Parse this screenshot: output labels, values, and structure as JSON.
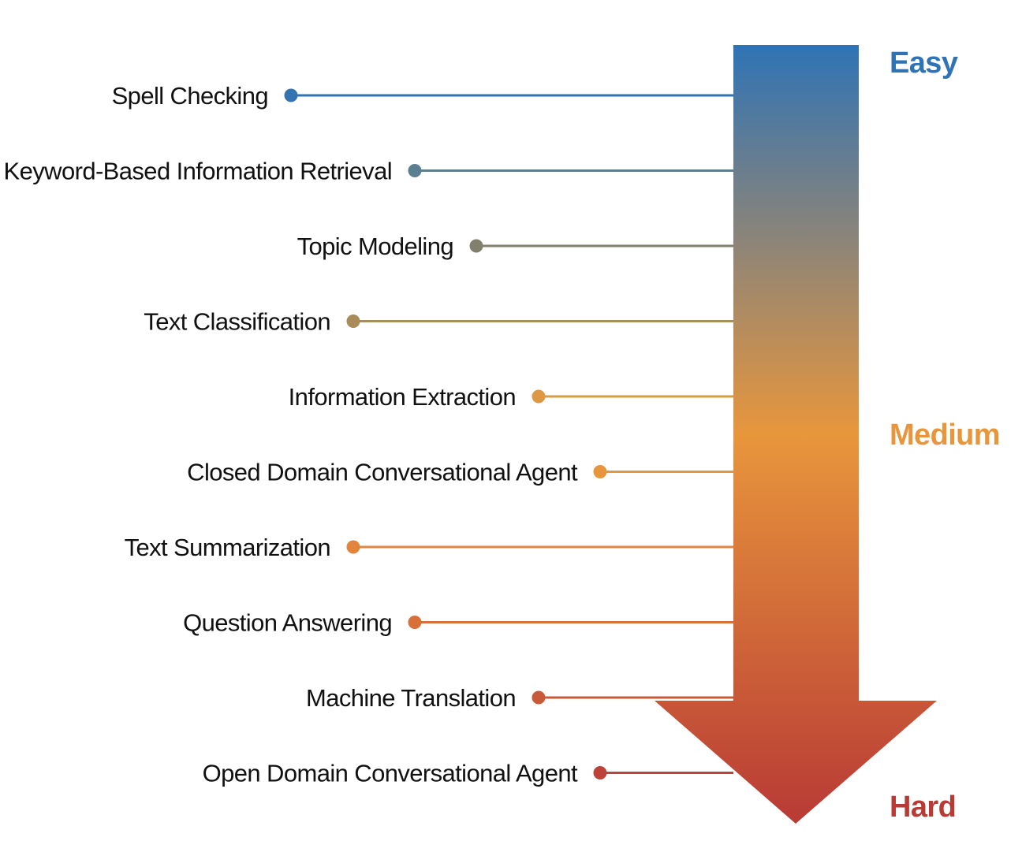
{
  "levels": [
    {
      "label": "Easy",
      "color": "#2f73b5"
    },
    {
      "label": "Medium",
      "color": "#e8963c"
    },
    {
      "label": "Hard",
      "color": "#b83a35"
    }
  ],
  "gradient": {
    "top": "#2f73b5",
    "middle": "#e8963c",
    "bottom": "#b83a35"
  },
  "tasks": [
    {
      "label": "Spell Checking",
      "color": "#3473b0"
    },
    {
      "label": "Keyword-Based Information Retrieval",
      "color": "#5a7f90"
    },
    {
      "label": "Topic Modeling",
      "color": "#80806d"
    },
    {
      "label": "Text Classification",
      "color": "#a98c5a"
    },
    {
      "label": "Information Extraction",
      "color": "#dc9845"
    },
    {
      "label": "Closed Domain Conversational Agent",
      "color": "#e8963c"
    },
    {
      "label": "Text Summarization",
      "color": "#e3843d"
    },
    {
      "label": "Question Answering",
      "color": "#d96f3b"
    },
    {
      "label": "Machine Translation",
      "color": "#c95a39"
    },
    {
      "label": "Open Domain Conversational Agent",
      "color": "#bd4338"
    }
  ]
}
